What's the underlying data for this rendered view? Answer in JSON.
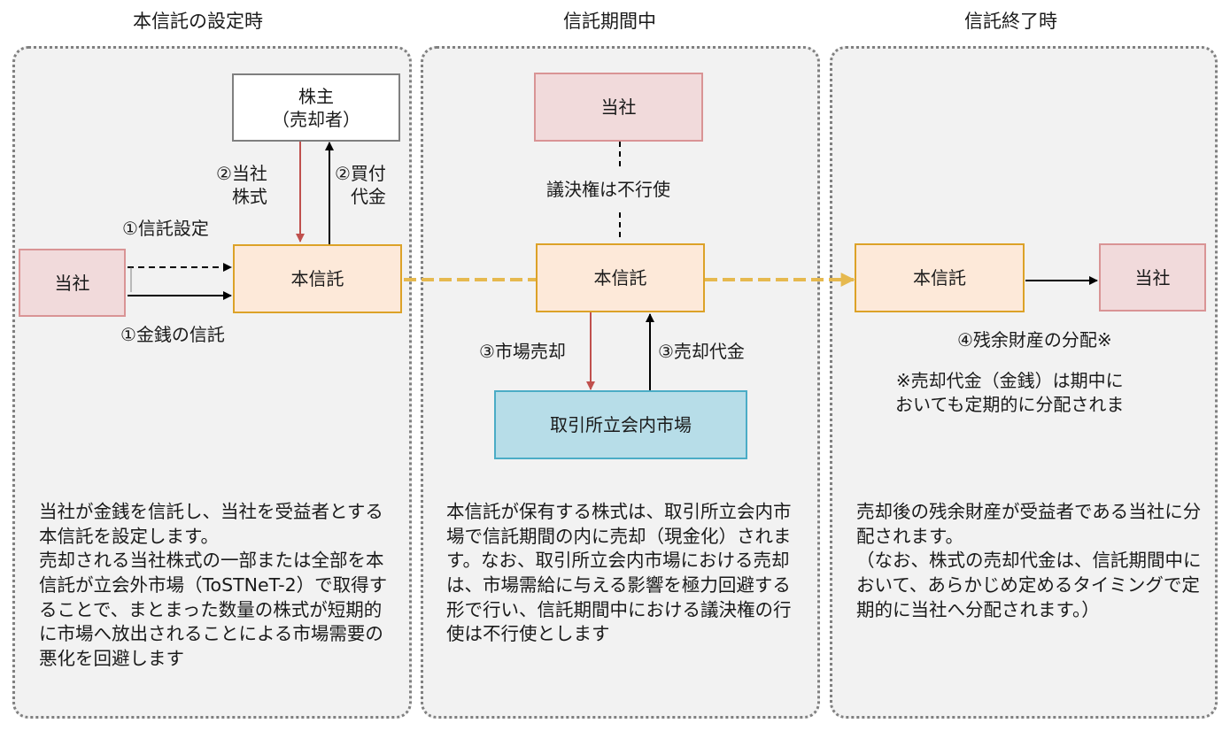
{
  "phases": [
    {
      "title": "本信託の設定時",
      "nodes": {
        "shareholder": "株主\n（売却者）",
        "company": "当社",
        "trust": "本信託"
      },
      "labels": {
        "trust_setup": "①信託設定",
        "money_trust": "①金銭の信託",
        "company_shares": "②当社\n株式",
        "purchase_price": "②買付\n代金"
      },
      "description": "当社が金銭を信託し、当社を受益者とする本信託を設定します。\n売却される当社株式の一部または全部を本信託が立会外市場（ToSTNeT-2）で取得することで、まとまった数量の株式が短期的に市場へ放出されることによる市場需要の悪化を回避します"
    },
    {
      "title": "信託期間中",
      "nodes": {
        "company": "当社",
        "trust": "本信託",
        "market": "取引所立会内市場"
      },
      "labels": {
        "voting": "議決権は不行使",
        "market_sale": "③市場売却",
        "sale_proceeds": "③売却代金"
      },
      "description": "本信託が保有する株式は、取引所立会内市場で信託期間の内に売却（現金化）されます。なお、取引所立会内市場における売却は、市場需給に与える影響を極力回避する形で行い、信託期間中における議決権の行使は不行使とします"
    },
    {
      "title": "信託終了時",
      "nodes": {
        "trust": "本信託",
        "company": "当社"
      },
      "labels": {
        "distribution": "④残余財産の分配※",
        "note": "※売却代金（金銭）は期中に\nおいても定期的に分配されま"
      },
      "description": "売却後の残余財産が受益者である当社に分配されます。\n（なお、株式の売却代金は、信託期間中において、あらかじめ定めるタイミングで定期的に当社へ分配されます。）"
    }
  ],
  "colors": {
    "company_fill": "#f1dadb",
    "company_border": "#d99495",
    "trust_fill": "#fde9d9",
    "trust_border": "#dca228",
    "market_fill": "#b7dde8",
    "market_border": "#4bacc6",
    "panel_fill": "#f2f2f2",
    "timeline_arrow": "#e6b94f",
    "red_arrow": "#c0504d"
  }
}
